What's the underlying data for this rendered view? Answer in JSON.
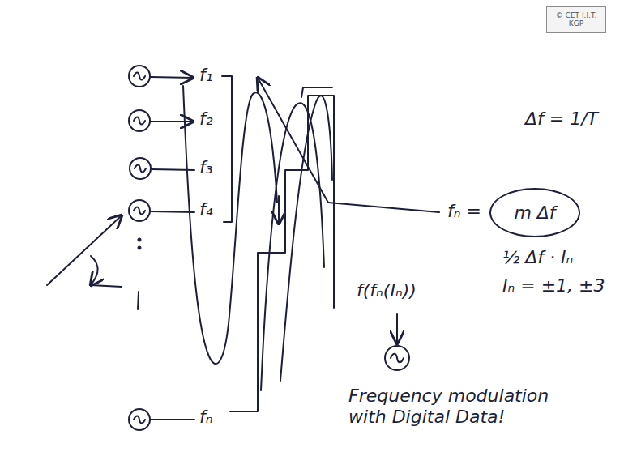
{
  "diagram": {
    "nodes": [
      {
        "text": [
          "© CET I.I.T. KGP"
        ]
      },
      {
        "text": [
          "m Δf"
        ]
      }
    ],
    "labels": [
      "f₁",
      "f₂",
      "f₃",
      "f₄",
      "fₙ",
      "Δf = 1/T",
      "fₙ =",
      "½ Δf · Iₙ",
      "Iₙ = ±1, ±3",
      "f(fₙ(Iₙ))",
      "Frequency modulation with Digital Data!"
    ]
  }
}
